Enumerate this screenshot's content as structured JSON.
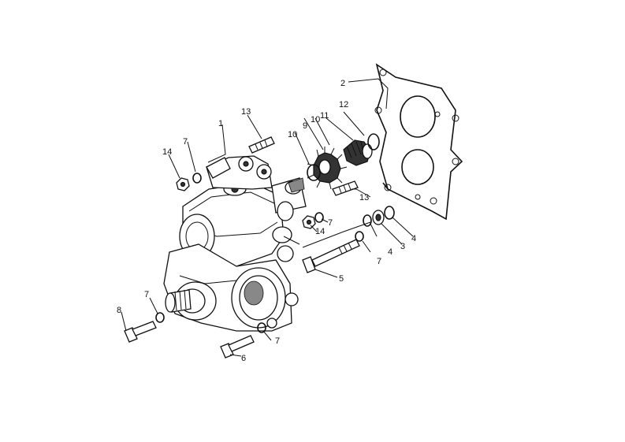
{
  "diagram": {
    "callouts": [
      {
        "id": "c2",
        "text": "2"
      },
      {
        "id": "c12",
        "text": "12"
      },
      {
        "id": "c11",
        "text": "11"
      },
      {
        "id": "c10a",
        "text": "10"
      },
      {
        "id": "c9",
        "text": "9"
      },
      {
        "id": "c10b",
        "text": "10"
      },
      {
        "id": "c13a",
        "text": "13"
      },
      {
        "id": "c1",
        "text": "1"
      },
      {
        "id": "c7a",
        "text": "7"
      },
      {
        "id": "c14a",
        "text": "14"
      },
      {
        "id": "c13b",
        "text": "13"
      },
      {
        "id": "c7b",
        "text": "7"
      },
      {
        "id": "c14b",
        "text": "14"
      },
      {
        "id": "c4a",
        "text": "4"
      },
      {
        "id": "c3",
        "text": "3"
      },
      {
        "id": "c4b",
        "text": "4"
      },
      {
        "id": "c7c",
        "text": "7"
      },
      {
        "id": "c5",
        "text": "5"
      },
      {
        "id": "c7d",
        "text": "7"
      },
      {
        "id": "c8",
        "text": "8"
      },
      {
        "id": "c7e",
        "text": "7"
      },
      {
        "id": "c6",
        "text": "6"
      }
    ]
  }
}
